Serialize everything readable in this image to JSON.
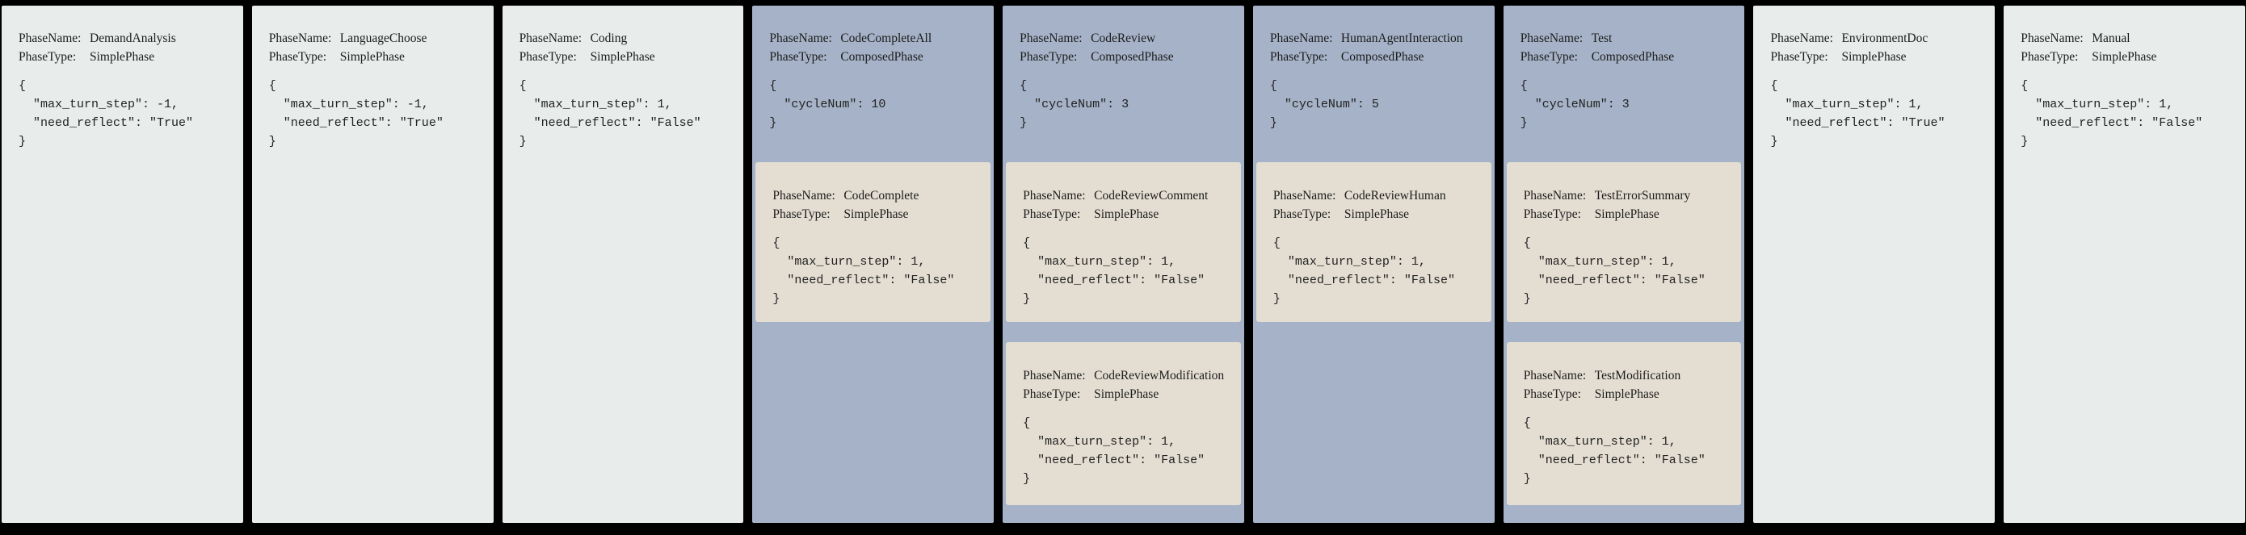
{
  "palette": {
    "background": "#000000",
    "simple_phase_bg": "#e8ecea",
    "composed_phase_bg": "#a5b2c7",
    "nested_phase_bg": "#e4ded2",
    "text": "#1c1c1c"
  },
  "labels": {
    "phase_name": "PhaseName:",
    "phase_type": "PhaseType:"
  },
  "columns": [
    {
      "kind": "simple",
      "name": "DemandAnalysis",
      "type": "SimplePhase",
      "json": "{\n  \"max_turn_step\": -1,\n  \"need_reflect\": \"True\"\n}"
    },
    {
      "kind": "simple",
      "name": "LanguageChoose",
      "type": "SimplePhase",
      "json": "{\n  \"max_turn_step\": -1,\n  \"need_reflect\": \"True\"\n}"
    },
    {
      "kind": "simple",
      "name": "Coding",
      "type": "SimplePhase",
      "json": "{\n  \"max_turn_step\": 1,\n  \"need_reflect\": \"False\"\n}"
    },
    {
      "kind": "composed",
      "name": "CodeCompleteAll",
      "type": "ComposedPhase",
      "json": "{\n  \"cycleNum\": 10\n}",
      "children": [
        {
          "name": "CodeComplete",
          "type": "SimplePhase",
          "json": "{\n  \"max_turn_step\": 1,\n  \"need_reflect\": \"False\"\n}"
        }
      ]
    },
    {
      "kind": "composed",
      "name": "CodeReview",
      "type": "ComposedPhase",
      "json": "{\n  \"cycleNum\": 3\n}",
      "children": [
        {
          "name": "CodeReviewComment",
          "type": "SimplePhase",
          "json": "{\n  \"max_turn_step\": 1,\n  \"need_reflect\": \"False\"\n}"
        },
        {
          "name": "CodeReviewModification",
          "type": "SimplePhase",
          "json": "{\n  \"max_turn_step\": 1,\n  \"need_reflect\": \"False\"\n}"
        }
      ]
    },
    {
      "kind": "composed",
      "name": "HumanAgentInteraction",
      "type": "ComposedPhase",
      "json": "{\n  \"cycleNum\": 5\n}",
      "children": [
        {
          "name": "CodeReviewHuman",
          "type": "SimplePhase",
          "json": "{\n  \"max_turn_step\": 1,\n  \"need_reflect\": \"False\"\n}"
        }
      ]
    },
    {
      "kind": "composed",
      "name": "Test",
      "type": "ComposedPhase",
      "json": "{\n  \"cycleNum\": 3\n}",
      "children": [
        {
          "name": "TestErrorSummary",
          "type": "SimplePhase",
          "json": "{\n  \"max_turn_step\": 1,\n  \"need_reflect\": \"False\"\n}"
        },
        {
          "name": "TestModification",
          "type": "SimplePhase",
          "json": "{\n  \"max_turn_step\": 1,\n  \"need_reflect\": \"False\"\n}"
        }
      ]
    },
    {
      "kind": "simple",
      "name": "EnvironmentDoc",
      "type": "SimplePhase",
      "json": "{\n  \"max_turn_step\": 1,\n  \"need_reflect\": \"True\"\n}"
    },
    {
      "kind": "simple",
      "name": "Manual",
      "type": "SimplePhase",
      "json": "{\n  \"max_turn_step\": 1,\n  \"need_reflect\": \"False\"\n}"
    }
  ]
}
